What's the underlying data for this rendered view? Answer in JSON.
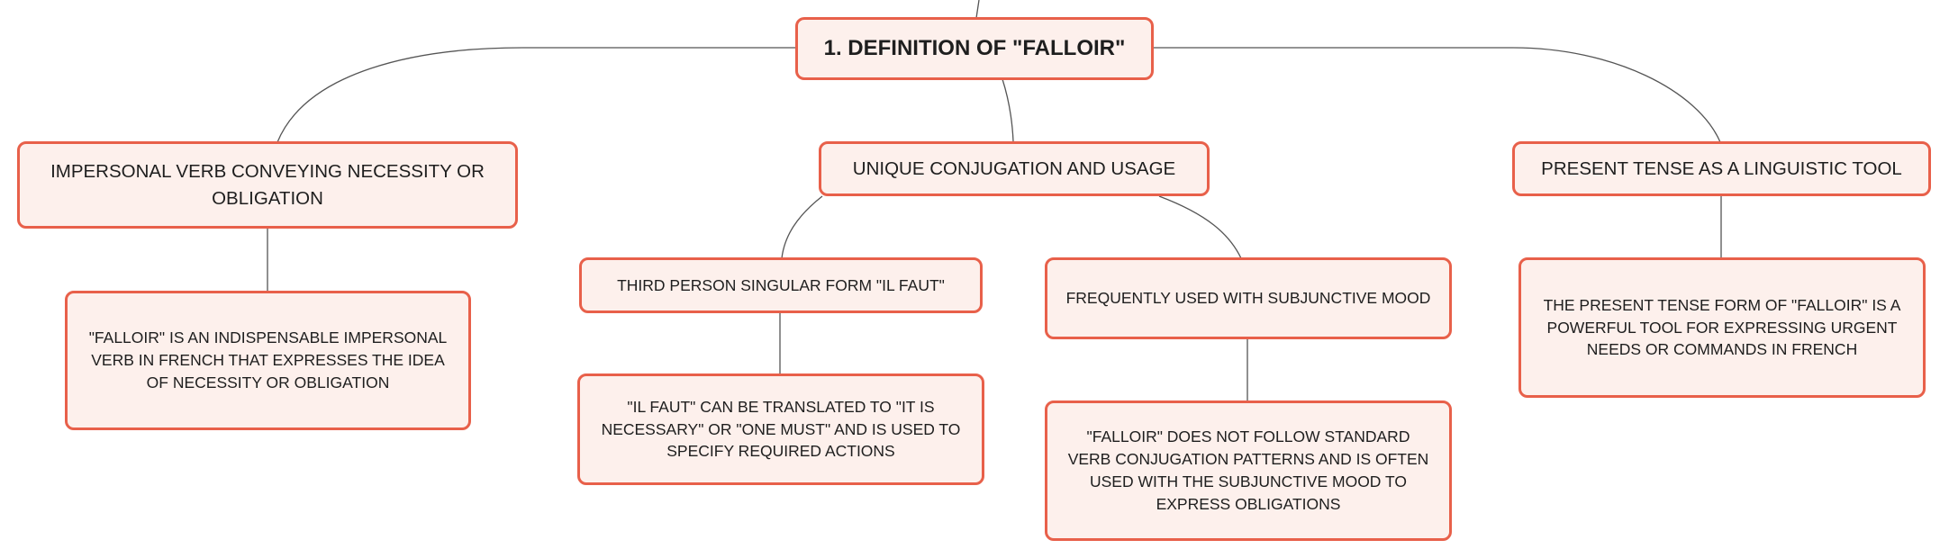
{
  "mindmap": {
    "root": {
      "label": "1. DEFINITION OF \"FALLOIR\""
    },
    "branches": [
      {
        "label": "IMPERSONAL VERB CONVEYING NECESSITY OR OBLIGATION",
        "children": [
          {
            "label": "\"FALLOIR\" IS AN INDISPENSABLE IMPERSONAL VERB IN FRENCH THAT EXPRESSES THE IDEA OF NECESSITY OR OBLIGATION"
          }
        ]
      },
      {
        "label": "UNIQUE CONJUGATION AND USAGE",
        "children": [
          {
            "label": "THIRD PERSON SINGULAR FORM \"IL FAUT\"",
            "children": [
              {
                "label": "\"IL FAUT\" CAN BE TRANSLATED TO \"IT IS NECESSARY\" OR \"ONE MUST\" AND IS USED TO SPECIFY REQUIRED ACTIONS"
              }
            ]
          },
          {
            "label": "FREQUENTLY USED WITH SUBJUNCTIVE MOOD",
            "children": [
              {
                "label": "\"FALLOIR\" DOES NOT FOLLOW STANDARD VERB CONJUGATION PATTERNS AND IS OFTEN USED WITH THE SUBJUNCTIVE MOOD TO EXPRESS OBLIGATIONS"
              }
            ]
          }
        ]
      },
      {
        "label": "PRESENT TENSE AS A LINGUISTIC TOOL",
        "children": [
          {
            "label": "THE PRESENT TENSE FORM OF \"FALLOIR\" IS A POWERFUL TOOL FOR EXPRESSING URGENT NEEDS OR COMMANDS IN FRENCH"
          }
        ]
      }
    ]
  },
  "colors": {
    "node_border": "#e8604a",
    "node_fill": "#fdf0ec",
    "connector": "#555555"
  }
}
